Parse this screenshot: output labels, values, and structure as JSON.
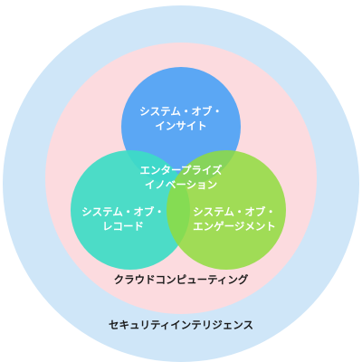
{
  "diagram": {
    "outer": {
      "label": "セキュリティインテリジェンス",
      "color": "#cfe6f8"
    },
    "middle": {
      "label": "クラウドコンピューティング",
      "color": "#fcdbdf"
    },
    "top": {
      "line1": "システム・オブ・",
      "line2": "インサイト",
      "color": "#4da3f5"
    },
    "left": {
      "line1": "システム・オブ・",
      "line2": "レコード",
      "color": "#3ddcc4"
    },
    "right": {
      "line1": "システム・オブ・",
      "line2": "エンゲージメント",
      "color": "#8fdc3e"
    },
    "center": {
      "line1": "エンタープライズ",
      "line2": "イノベーション"
    }
  }
}
